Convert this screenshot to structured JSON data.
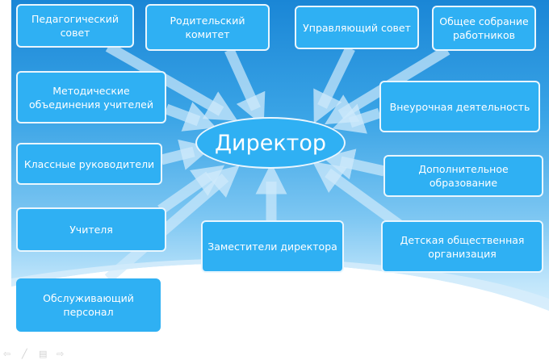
{
  "center": {
    "label": "Директор"
  },
  "units": [
    {
      "id": "ped",
      "label": "Педагогический совет"
    },
    {
      "id": "rod",
      "label": "Родительский комитет"
    },
    {
      "id": "upr",
      "label": "Управляющий совет"
    },
    {
      "id": "obsh",
      "label": "Общее собрание работников"
    },
    {
      "id": "met",
      "label": "Методические объединения учителей"
    },
    {
      "id": "vne",
      "label": "Внеурочная деятельность"
    },
    {
      "id": "kl",
      "label": "Классные руководители"
    },
    {
      "id": "dop",
      "label": "Дополнительное образование"
    },
    {
      "id": "uch",
      "label": "Учителя"
    },
    {
      "id": "zam",
      "label": "Заместители директора"
    },
    {
      "id": "det",
      "label": "Детская общественная организация"
    },
    {
      "id": "obs",
      "label": "Обслуживающий персонал"
    }
  ],
  "colors": {
    "box": "#2fb0f3",
    "arrow": "#cfe9fb"
  },
  "controls": [
    "back-icon",
    "pen-icon",
    "menu-icon",
    "forward-icon"
  ]
}
